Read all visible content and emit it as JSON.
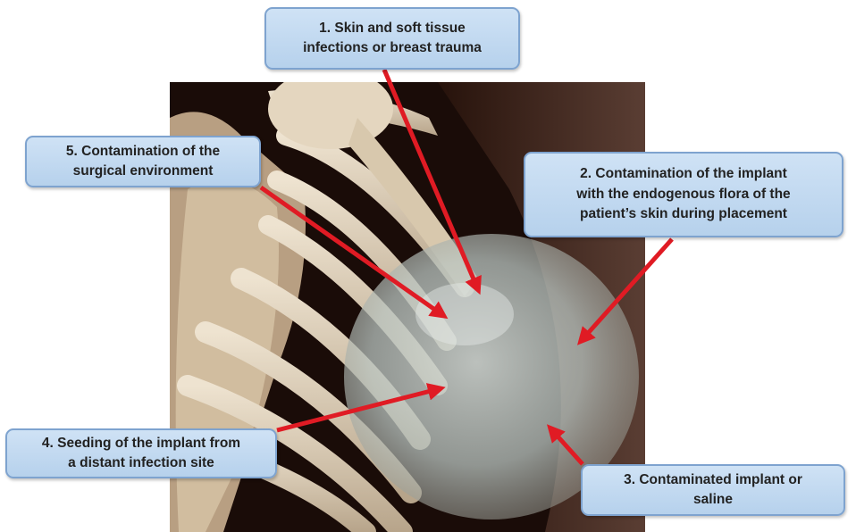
{
  "callouts": {
    "c1": {
      "line1": "1. Skin and soft tissue",
      "line2": "infections or breast trauma"
    },
    "c2": {
      "line1": "2. Contamination  of the implant",
      "line2": "with the endogenous flora of the",
      "line3": "patient’s skin during placement"
    },
    "c3": {
      "line1": "3. Contaminated implant or",
      "line2": "saline"
    },
    "c4": {
      "line1": "4. Seeding of the implant  from",
      "line2": "a distant infection site"
    },
    "c5": {
      "line1": "5. Contamination  of the",
      "line2": "surgical environment"
    }
  },
  "colors": {
    "arrow": "#e01b24",
    "callout_fill": "#c3daf1",
    "callout_border": "#7ea3cf",
    "scan_background": "#1a0c08",
    "bone": "#d9cbb5",
    "implant": "#c9d3d0"
  }
}
